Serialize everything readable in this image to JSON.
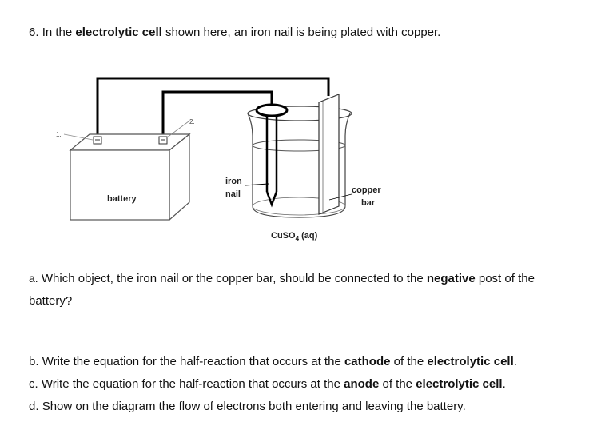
{
  "question": {
    "number": "6.",
    "intro_before": "In the ",
    "intro_bold": "electrolytic cell",
    "intro_after": " shown here, an iron nail is being plated with copper."
  },
  "diagram": {
    "label_1": "1.",
    "label_2": "2.",
    "battery": "battery",
    "iron_line1": "iron",
    "iron_line2": "nail",
    "copper_line1": "copper",
    "copper_line2": "bar",
    "solution_main": "CuSO",
    "solution_sub": "4",
    "solution_state": " (aq)"
  },
  "parts": {
    "a": {
      "letter": "a.",
      "before": "Which object, the iron nail or the copper bar, should be connected to the ",
      "bold": "negative",
      "after": " post of the battery?"
    },
    "b": {
      "letter": "b.",
      "before": "Write the equation for the half-reaction that occurs at the ",
      "bold1": "cathode",
      "middle": " of the ",
      "bold2": "electrolytic cell",
      "after": "."
    },
    "c": {
      "letter": "c.",
      "before": "Write the equation for the half-reaction that occurs at the ",
      "bold1": "anode",
      "middle": " of the ",
      "bold2": "electrolytic cell",
      "after": "."
    },
    "d": {
      "letter": "d.",
      "text": "Show on the diagram the flow of electrons both entering and leaving the battery."
    }
  }
}
